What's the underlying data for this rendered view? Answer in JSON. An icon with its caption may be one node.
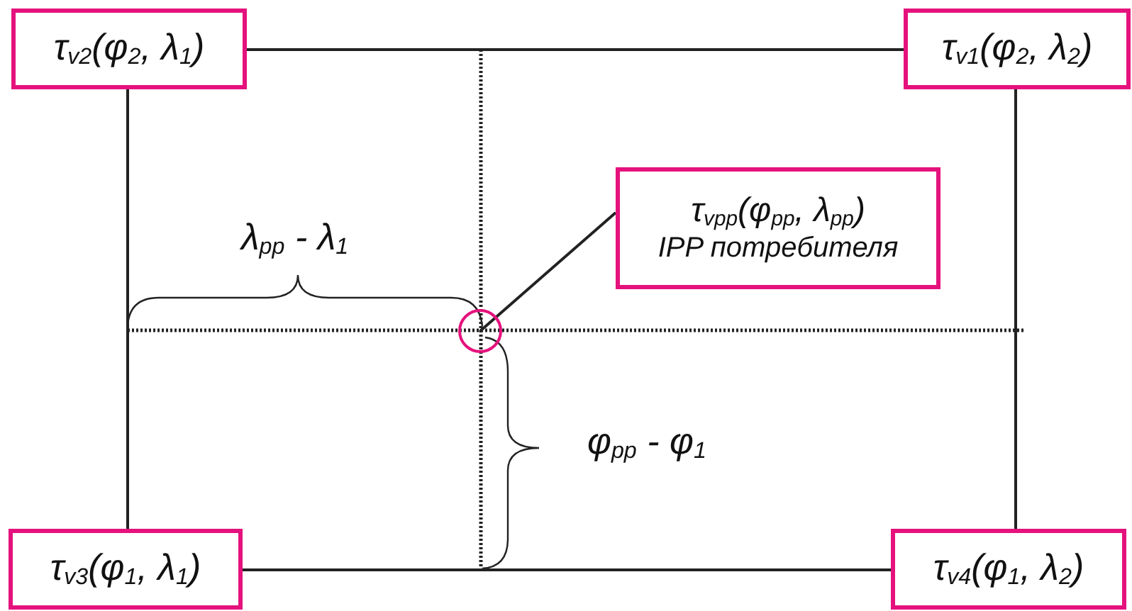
{
  "diagram": {
    "nodes": [
      {
        "text": [
          "τ$_{v2}$(φ$_{2}$, λ$_{1}$)"
        ]
      },
      {
        "text": [
          "τ$_{v1}$(φ$_{2}$, λ$_{2}$)"
        ]
      },
      {
        "text": [
          "τ$_{vpp}$(φ$_{pp}$, λ$_{pp}$)",
          "IPP потребителя"
        ]
      },
      {
        "text": [],
        "shape": "circle"
      },
      {
        "text": [
          "τ$_{v3}$(φ$_{1}$, λ$_{1}$)"
        ]
      },
      {
        "text": [
          "τ$_{v4}$(φ$_{1}$, λ$_{2}$)"
        ]
      }
    ],
    "edges": [
      {
        "from": 0,
        "to": 1,
        "arrow": "none"
      },
      {
        "from": 0,
        "to": 4,
        "arrow": "none"
      },
      {
        "from": 1,
        "to": 5,
        "arrow": "none"
      },
      {
        "from": 4,
        "to": 5,
        "arrow": "none"
      },
      {
        "from": 2,
        "to": 3,
        "arrow": "none"
      }
    ],
    "labels": [
      "λ$_{pp}$ - λ$_{1}$",
      "φ$_{pp}$ - φ$_{1}$"
    ]
  }
}
